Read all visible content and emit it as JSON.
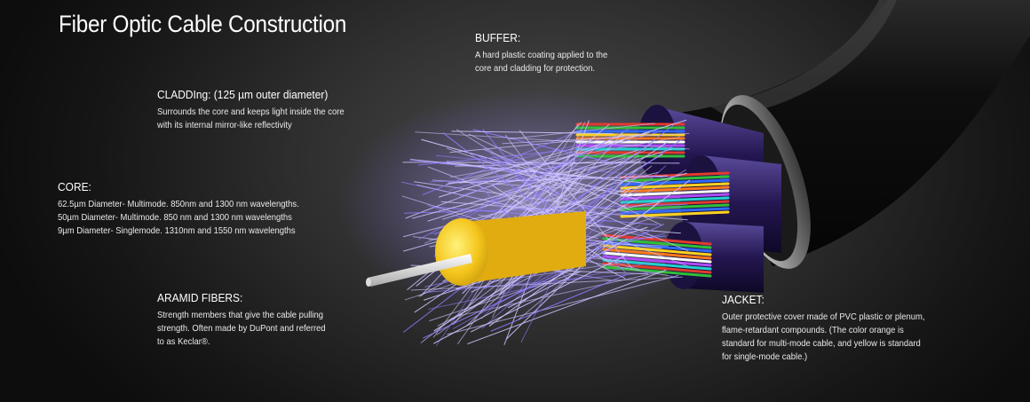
{
  "title": "Fiber Optic Cable Construction",
  "labels": {
    "buffer": {
      "heading": "BUFFER:",
      "lines": [
        "A hard plastic coating applied to the",
        "core and cladding for protection."
      ]
    },
    "cladding": {
      "heading": "CLADDIng: (125 µm outer diameter)",
      "lines": [
        "Surrounds the core and keeps light inside the core",
        "with its internal mirror-like reflectivity"
      ]
    },
    "core": {
      "heading": "CORE:",
      "lines": [
        "62.5µm Diameter- Multimode. 850nm and 1300 nm wavelengths.",
        "50µm Diameter- Multimode. 850 nm and 1300 nm wavelengths",
        "9µm Diameter- Singlemode. 1310nm and 1550 nm wavelengths"
      ]
    },
    "aramid": {
      "heading": "ARAMID FIBERS:",
      "lines": [
        "Strength members that give the cable pulling",
        "strength. Often made by DuPont and referred",
        "to as Keclar®."
      ]
    },
    "jacket": {
      "heading": "JACKET:",
      "lines": [
        "Outer protective cover made of PVC plastic or plenum,",
        "flame-retardant compounds. (The color orange is",
        "standard for multi-mode cable, and yellow is standard",
        "for single-mode cable.)"
      ]
    }
  },
  "colors": {
    "background": "#2e2e2e",
    "jacket": "#0b0b0b",
    "buffer_tube": "#2a1a55",
    "aramid_core": "#f2c21a",
    "fiber_glow": "#b9a8ff"
  }
}
